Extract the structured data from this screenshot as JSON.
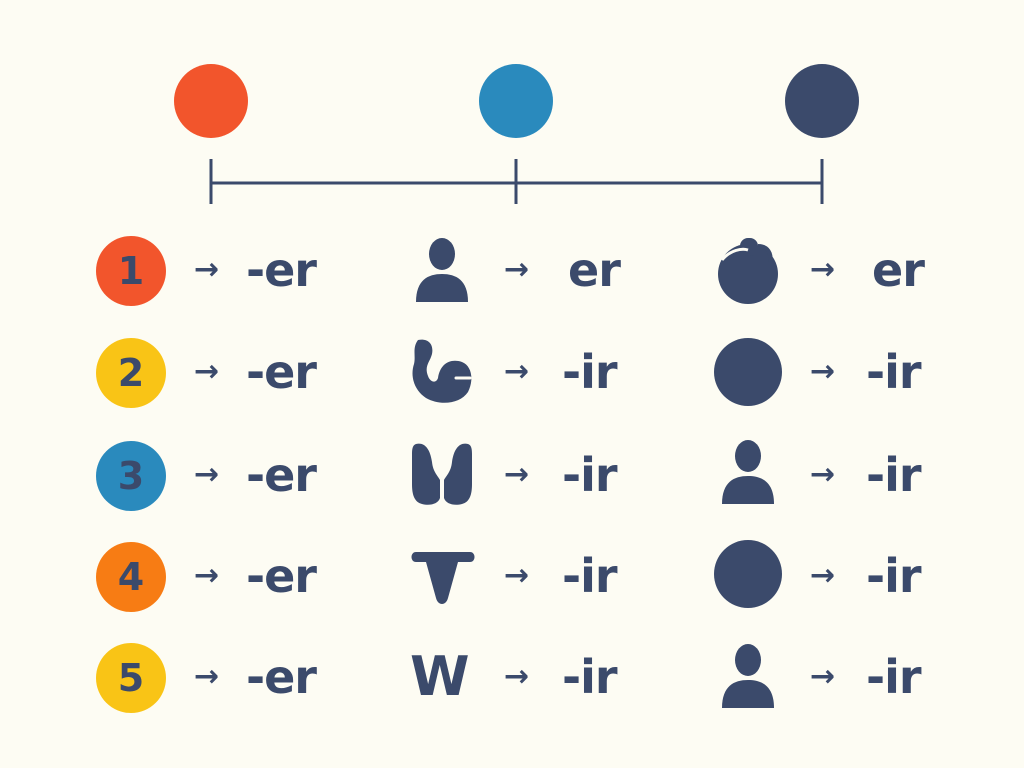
{
  "colors": {
    "background": "#fdfcf3",
    "ink": "#3b4a6b",
    "red": "#f2552c",
    "blue": "#2a8abd",
    "navy": "#3b4a6b",
    "yellow": "#f9c416",
    "orange": "#f77c14"
  },
  "header": {
    "dots": [
      {
        "name": "red-dot",
        "color": "#f2552c"
      },
      {
        "name": "blue-dot",
        "color": "#2a8abd"
      },
      {
        "name": "navy-dot",
        "color": "#3b4a6b"
      }
    ]
  },
  "columns": [
    {
      "name": "numbers",
      "rows": [
        {
          "badge": "1",
          "badge_color": "#f2552c",
          "arrow": "→",
          "suffix": "-er"
        },
        {
          "badge": "2",
          "badge_color": "#f9c416",
          "arrow": "→",
          "suffix": "-er"
        },
        {
          "badge": "3",
          "badge_color": "#2a8abd",
          "arrow": "→",
          "suffix": "-er"
        },
        {
          "badge": "4",
          "badge_color": "#f77c14",
          "arrow": "→",
          "suffix": "-er"
        },
        {
          "badge": "5",
          "badge_color": "#f9c416",
          "arrow": "→",
          "suffix": "-er"
        }
      ]
    },
    {
      "name": "shapes",
      "rows": [
        {
          "icon": "person-icon",
          "arrow": "→",
          "suffix": "er"
        },
        {
          "icon": "squirrel-icon",
          "arrow": "→",
          "suffix": "-ir"
        },
        {
          "icon": "lungs-icon",
          "arrow": "→",
          "suffix": "-ir"
        },
        {
          "icon": "v-shape-icon",
          "arrow": "→",
          "suffix": "-ir"
        },
        {
          "icon": "w-letter-icon",
          "arrow": "→",
          "suffix": "-ir",
          "icon_text": "W"
        }
      ]
    },
    {
      "name": "figures",
      "rows": [
        {
          "icon": "jug-icon",
          "arrow": "→",
          "suffix": "er"
        },
        {
          "icon": "circle-icon",
          "arrow": "→",
          "suffix": "-ir"
        },
        {
          "icon": "person-icon",
          "arrow": "→",
          "suffix": "-ir"
        },
        {
          "icon": "circle-icon",
          "arrow": "→",
          "suffix": "-ir"
        },
        {
          "icon": "person-icon",
          "arrow": "→",
          "suffix": "-ir"
        }
      ]
    }
  ]
}
